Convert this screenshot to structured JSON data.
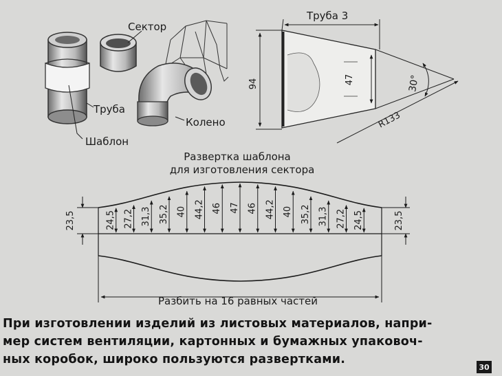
{
  "labels": {
    "sector": "Сектор",
    "pipe": "Труба",
    "template": "Шаблон",
    "elbow": "Колено",
    "pipe3": "Труба 3",
    "dim_94": "94",
    "dim_47": "47",
    "angle": "30°",
    "radius": "R133"
  },
  "development": {
    "title_line1": "Развертка шаблона",
    "title_line2": "для изготовления сектора",
    "heights": [
      "23,5",
      "24,5",
      "27,2",
      "31,3",
      "35,2",
      "40",
      "44,2",
      "46",
      "47",
      "46",
      "44,2",
      "40",
      "35,2",
      "31,3",
      "27,2",
      "24,5",
      "23,5"
    ],
    "divide_note": "Разбить на 16 равных частей"
  },
  "caption": {
    "line1": "При изготовлении изделий из листовых материалов, напри-",
    "line2": "мер  систем  вентиляции,  картонных  и  бумажных  упаковоч-",
    "line3": "ных коробок, широко пользуются развертками."
  },
  "page_number": "30"
}
